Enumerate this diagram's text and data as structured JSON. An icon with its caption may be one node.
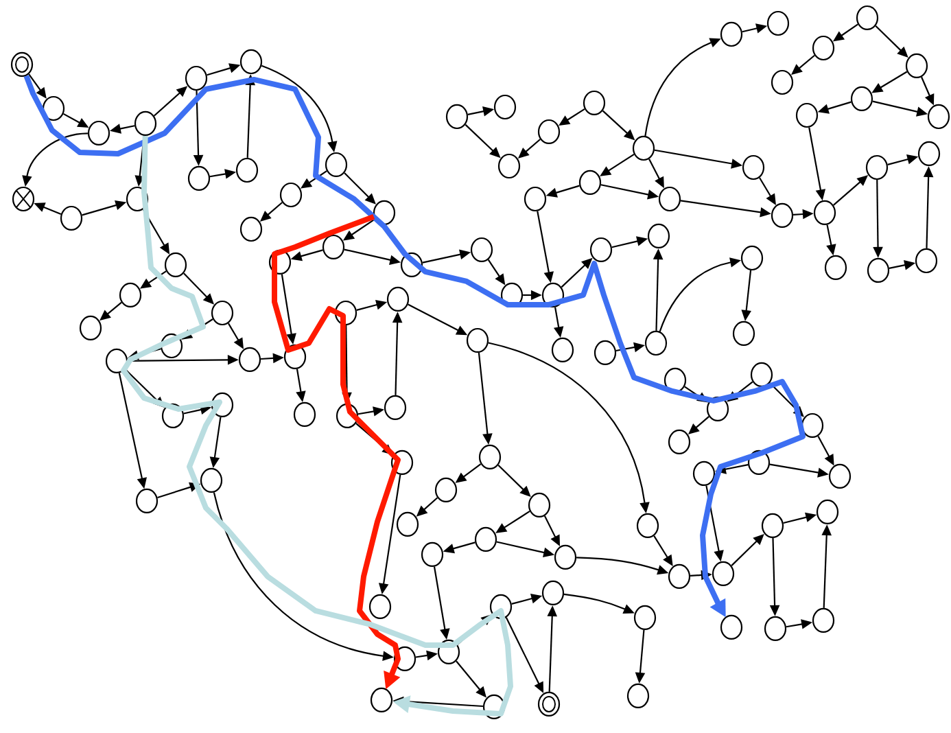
{
  "diagram": {
    "nodes": [
      {
        "text": [],
        "shape": "circle"
      },
      {
        "text": [],
        "shape": "circle"
      },
      {
        "text": [],
        "shape": "circle"
      },
      {
        "text": [],
        "shape": "circle"
      },
      {
        "text": [],
        "shape": "circle"
      },
      {
        "text": [],
        "shape": "circle"
      },
      {
        "text": [],
        "shape": "circle"
      },
      {
        "text": [],
        "shape": "circle"
      },
      {
        "text": [],
        "shape": "circle"
      },
      {
        "text": [],
        "shape": "circle"
      },
      {
        "text": [],
        "shape": "circle"
      },
      {
        "text": [],
        "shape": "circle"
      },
      {
        "text": [],
        "shape": "circle"
      },
      {
        "text": [],
        "shape": "circle"
      },
      {
        "text": [],
        "shape": "circle"
      },
      {
        "text": [],
        "shape": "circle"
      },
      {
        "text": [],
        "shape": "circle"
      },
      {
        "text": [],
        "shape": "circle"
      },
      {
        "text": [],
        "shape": "circle"
      },
      {
        "text": [],
        "shape": "circle"
      },
      {
        "text": [],
        "shape": "circle"
      },
      {
        "text": [],
        "shape": "circle"
      },
      {
        "text": [],
        "shape": "circle"
      },
      {
        "text": [],
        "shape": "circle"
      },
      {
        "text": [],
        "shape": "circle"
      },
      {
        "text": [],
        "shape": "circle"
      },
      {
        "text": [],
        "shape": "circle"
      },
      {
        "text": [],
        "shape": "circle"
      },
      {
        "text": [],
        "shape": "circle"
      },
      {
        "text": [],
        "shape": "circle"
      },
      {
        "text": [],
        "shape": "circle"
      },
      {
        "text": [],
        "shape": "circle"
      },
      {
        "text": [],
        "shape": "circle"
      },
      {
        "text": [],
        "shape": "circle"
      },
      {
        "text": [],
        "shape": "circle"
      },
      {
        "text": [],
        "shape": "circle"
      },
      {
        "text": [],
        "shape": "circle"
      },
      {
        "text": [],
        "shape": "circle"
      },
      {
        "text": [],
        "shape": "circle"
      },
      {
        "text": [],
        "shape": "circle"
      },
      {
        "text": [],
        "shape": "circle"
      },
      {
        "text": [],
        "shape": "circle"
      },
      {
        "text": [],
        "shape": "circle"
      },
      {
        "text": [],
        "shape": "circle"
      },
      {
        "text": [],
        "shape": "circle"
      },
      {
        "text": [],
        "shape": "circle"
      },
      {
        "text": [],
        "shape": "circle"
      },
      {
        "text": [],
        "shape": "circle"
      },
      {
        "text": [],
        "shape": "circle"
      },
      {
        "text": [],
        "shape": "circle"
      },
      {
        "text": [],
        "shape": "circle"
      },
      {
        "text": [],
        "shape": "circle"
      },
      {
        "text": [],
        "shape": "circle"
      },
      {
        "text": [],
        "shape": "circle"
      },
      {
        "text": [],
        "shape": "circle"
      },
      {
        "text": [],
        "shape": "circle"
      },
      {
        "text": [],
        "shape": "circle"
      },
      {
        "text": [],
        "shape": "circle"
      },
      {
        "text": [],
        "shape": "circle"
      },
      {
        "text": [],
        "shape": "circle"
      },
      {
        "text": [],
        "shape": "circle"
      },
      {
        "text": [],
        "shape": "circle"
      },
      {
        "text": [],
        "shape": "circle"
      },
      {
        "text": [],
        "shape": "circle"
      },
      {
        "text": [],
        "shape": "circle"
      },
      {
        "text": [],
        "shape": "circle"
      },
      {
        "text": [],
        "shape": "circle"
      },
      {
        "text": [],
        "shape": "circle"
      },
      {
        "text": [],
        "shape": "circle"
      },
      {
        "text": [],
        "shape": "circle"
      },
      {
        "text": [],
        "shape": "circle"
      },
      {
        "text": [],
        "shape": "circle"
      },
      {
        "text": [],
        "shape": "circle"
      },
      {
        "text": [],
        "shape": "circle"
      },
      {
        "text": [],
        "shape": "circle"
      },
      {
        "text": [],
        "shape": "circle"
      },
      {
        "text": [],
        "shape": "circle"
      },
      {
        "text": [],
        "shape": "circle"
      },
      {
        "text": [],
        "shape": "circle"
      },
      {
        "text": [],
        "shape": "circle"
      },
      {
        "text": [],
        "shape": "circle"
      },
      {
        "text": [],
        "shape": "circle"
      },
      {
        "text": [],
        "shape": "circle"
      },
      {
        "text": [],
        "shape": "circle"
      },
      {
        "text": [],
        "shape": "circle"
      },
      {
        "text": [],
        "shape": "circle"
      },
      {
        "text": [],
        "shape": "circle"
      },
      {
        "text": [],
        "shape": "circle"
      },
      {
        "text": [],
        "shape": "circle"
      },
      {
        "text": [],
        "shape": "circle"
      },
      {
        "text": [],
        "shape": "circle"
      },
      {
        "text": [],
        "shape": "circle"
      },
      {
        "text": [],
        "shape": "circle"
      },
      {
        "text": [],
        "shape": "circle"
      },
      {
        "text": [],
        "shape": "circle"
      },
      {
        "text": [],
        "shape": "circle"
      },
      {
        "text": [],
        "shape": "circle"
      },
      {
        "text": [],
        "shape": "circle"
      },
      {
        "text": [],
        "shape": "circle"
      },
      {
        "text": [],
        "shape": "circle"
      },
      {
        "text": [],
        "shape": "circle"
      },
      {
        "text": [],
        "shape": "circle"
      },
      {
        "text": [],
        "shape": "circle"
      },
      {
        "text": [],
        "shape": "circle"
      },
      {
        "text": [],
        "shape": "circle"
      },
      {
        "text": [],
        "shape": "circle"
      }
    ],
    "edges": [
      {
        "from": 0,
        "to": 1,
        "arrow": "to"
      },
      {
        "from": 1,
        "to": 2,
        "arrow": "to"
      },
      {
        "from": 3,
        "to": 2,
        "arrow": "to"
      },
      {
        "from": 3,
        "to": 4,
        "arrow": "to"
      },
      {
        "from": 4,
        "to": 5,
        "arrow": "to"
      },
      {
        "from": 4,
        "to": 6,
        "arrow": "to"
      },
      {
        "from": 6,
        "to": 7,
        "arrow": "to"
      },
      {
        "from": 7,
        "to": 5,
        "arrow": "to"
      },
      {
        "from": 2,
        "to": 8,
        "arrow": "to"
      },
      {
        "from": 9,
        "to": 10,
        "arrow": "to"
      },
      {
        "from": 9,
        "to": 8,
        "arrow": "to"
      },
      {
        "from": 3,
        "to": 10,
        "arrow": "to"
      },
      {
        "from": 5,
        "to": 30,
        "arrow": "to"
      },
      {
        "from": 30,
        "to": 11,
        "arrow": "to"
      },
      {
        "from": 11,
        "to": 12,
        "arrow": "to"
      },
      {
        "from": 10,
        "to": 13,
        "arrow": "to"
      },
      {
        "from": 13,
        "to": 14,
        "arrow": "to"
      },
      {
        "from": 14,
        "to": 15,
        "arrow": "to"
      },
      {
        "from": 13,
        "to": 16,
        "arrow": "to"
      },
      {
        "from": 16,
        "to": 17,
        "arrow": "to"
      },
      {
        "from": 17,
        "to": 18,
        "arrow": "to"
      },
      {
        "from": 16,
        "to": 19,
        "arrow": "to"
      },
      {
        "from": 18,
        "to": 19,
        "arrow": "to"
      },
      {
        "from": 19,
        "to": 20,
        "arrow": "to"
      },
      {
        "from": 32,
        "to": 21,
        "arrow": "to"
      },
      {
        "from": 21,
        "to": 20,
        "arrow": "to"
      },
      {
        "from": 20,
        "to": 65,
        "arrow": "to"
      },
      {
        "from": 18,
        "to": 66,
        "arrow": "to"
      },
      {
        "from": 66,
        "to": 67,
        "arrow": "to"
      },
      {
        "from": 67,
        "to": 69,
        "arrow": "to"
      },
      {
        "from": 18,
        "to": 68,
        "arrow": "to"
      },
      {
        "from": 68,
        "to": 69,
        "arrow": "to"
      },
      {
        "from": 69,
        "to": 84,
        "arrow": "to"
      },
      {
        "from": 72,
        "to": 82,
        "arrow": "to"
      },
      {
        "from": 84,
        "to": 83,
        "arrow": "to"
      },
      {
        "from": 83,
        "to": 86,
        "arrow": "to"
      },
      {
        "from": 86,
        "to": 85,
        "arrow": "to"
      },
      {
        "from": 83,
        "to": 80,
        "arrow": "to"
      },
      {
        "from": 80,
        "to": 81,
        "arrow": "to"
      },
      {
        "from": 87,
        "to": 81,
        "arrow": "to"
      },
      {
        "from": 80,
        "to": 87,
        "arrow": "to"
      },
      {
        "from": 22,
        "to": 23,
        "arrow": "to"
      },
      {
        "from": 22,
        "to": 24,
        "arrow": "to"
      },
      {
        "from": 25,
        "to": 24,
        "arrow": "to"
      },
      {
        "from": 26,
        "to": 25,
        "arrow": "to"
      },
      {
        "from": 26,
        "to": 27,
        "arrow": "to"
      },
      {
        "from": 27,
        "to": 28,
        "arrow": "to"
      },
      {
        "from": 28,
        "to": 29,
        "arrow": "to"
      },
      {
        "from": 28,
        "to": 53,
        "arrow": "to"
      },
      {
        "from": 29,
        "to": 36,
        "arrow": "to"
      },
      {
        "from": 30,
        "to": 31,
        "arrow": "to"
      },
      {
        "from": 31,
        "to": 32,
        "arrow": "to"
      },
      {
        "from": 32,
        "to": 33,
        "arrow": "to"
      },
      {
        "from": 33,
        "to": 34,
        "arrow": "to"
      },
      {
        "from": 34,
        "to": 35,
        "arrow": "to"
      },
      {
        "from": 35,
        "to": 36,
        "arrow": "to"
      },
      {
        "from": 36,
        "to": 37,
        "arrow": "to"
      },
      {
        "from": 36,
        "to": 38,
        "arrow": "to"
      },
      {
        "from": 38,
        "to": 61,
        "arrow": "to"
      },
      {
        "from": 40,
        "to": 39,
        "arrow": "to"
      },
      {
        "from": 39,
        "to": 41,
        "arrow": "to"
      },
      {
        "from": 70,
        "to": 39,
        "arrow": "to"
      },
      {
        "from": 27,
        "to": 43,
        "arrow": "to"
      },
      {
        "from": 43,
        "to": 44,
        "arrow": "to"
      },
      {
        "from": 45,
        "to": 46,
        "arrow": "to"
      },
      {
        "from": 46,
        "to": 47,
        "arrow": "to"
      },
      {
        "from": 45,
        "to": 48,
        "arrow": "to"
      },
      {
        "from": 48,
        "to": 49,
        "arrow": "to"
      },
      {
        "from": 48,
        "to": 51,
        "arrow": "to"
      },
      {
        "from": 49,
        "to": 50,
        "arrow": "to"
      },
      {
        "from": 49,
        "to": 51,
        "arrow": "to"
      },
      {
        "from": 27,
        "to": 53,
        "arrow": "to"
      },
      {
        "from": 27,
        "to": 52,
        "arrow": "to"
      },
      {
        "from": 52,
        "to": 54,
        "arrow": "to"
      },
      {
        "from": 53,
        "to": 54,
        "arrow": "to"
      },
      {
        "from": 54,
        "to": 55,
        "arrow": "to"
      },
      {
        "from": 50,
        "to": 55,
        "arrow": "to"
      },
      {
        "from": 55,
        "to": 58,
        "arrow": "to"
      },
      {
        "from": 55,
        "to": 56,
        "arrow": "to"
      },
      {
        "from": 56,
        "to": 57,
        "arrow": "to"
      },
      {
        "from": 56,
        "to": 59,
        "arrow": "to"
      },
      {
        "from": 59,
        "to": 60,
        "arrow": "to"
      },
      {
        "from": 60,
        "to": 57,
        "arrow": "to"
      },
      {
        "from": 64,
        "to": 62,
        "arrow": "to"
      },
      {
        "from": 62,
        "to": 63,
        "arrow": "to"
      },
      {
        "from": 64,
        "to": 61,
        "arrow": "to"
      },
      {
        "from": 71,
        "to": 70,
        "arrow": "to"
      },
      {
        "from": 40,
        "to": 71,
        "arrow": "to"
      },
      {
        "from": 71,
        "to": 72,
        "arrow": "to"
      },
      {
        "from": 41,
        "to": 73,
        "arrow": "to"
      },
      {
        "from": 73,
        "to": 74,
        "arrow": "to"
      },
      {
        "from": 74,
        "to": 75,
        "arrow": "to"
      },
      {
        "from": 73,
        "to": 76,
        "arrow": "to"
      },
      {
        "from": 76,
        "to": 77,
        "arrow": "to"
      },
      {
        "from": 76,
        "to": 79,
        "arrow": "to"
      },
      {
        "from": 77,
        "to": 78,
        "arrow": "to"
      },
      {
        "from": 77,
        "to": 79,
        "arrow": "to"
      },
      {
        "from": 78,
        "to": 83,
        "arrow": "to"
      },
      {
        "from": 41,
        "to": 88,
        "arrow": "to"
      },
      {
        "from": 81,
        "to": 89,
        "arrow": "to"
      },
      {
        "from": 89,
        "to": 90,
        "arrow": "to"
      },
      {
        "from": 79,
        "to": 99,
        "arrow": "to"
      },
      {
        "from": 88,
        "to": 99,
        "arrow": "to"
      },
      {
        "from": 99,
        "to": 100,
        "arrow": "to"
      },
      {
        "from": 97,
        "to": 100,
        "arrow": "to"
      },
      {
        "from": 100,
        "to": 101,
        "arrow": "to"
      },
      {
        "from": 101,
        "to": 104,
        "arrow": "to"
      },
      {
        "from": 104,
        "to": 105,
        "arrow": "to"
      },
      {
        "from": 105,
        "to": 102,
        "arrow": "to"
      },
      {
        "from": 101,
        "to": 102,
        "arrow": "to"
      },
      {
        "from": 96,
        "to": 97,
        "arrow": "to"
      },
      {
        "from": 96,
        "to": 98,
        "arrow": "to"
      },
      {
        "from": 95,
        "to": 98,
        "arrow": "to"
      },
      {
        "from": 93,
        "to": 94,
        "arrow": "to"
      },
      {
        "from": 92,
        "to": 93,
        "arrow": "to"
      },
      {
        "from": 42,
        "to": 64,
        "arrow": "to"
      },
      {
        "from": 92,
        "to": 95,
        "arrow": "to"
      },
      {
        "from": 91,
        "to": 93,
        "arrow": "to"
      },
      {
        "from": 0,
        "to": 103,
        "arrow": "to",
        "style": "thick",
        "color": "#3d6ff2"
      },
      {
        "from": 31,
        "to": 85,
        "arrow": "to",
        "style": "thick",
        "color": "#ff1a00"
      },
      {
        "from": 3,
        "to": 85,
        "arrow": "to",
        "style": "thick",
        "color": "#b9dde0"
      }
    ]
  }
}
